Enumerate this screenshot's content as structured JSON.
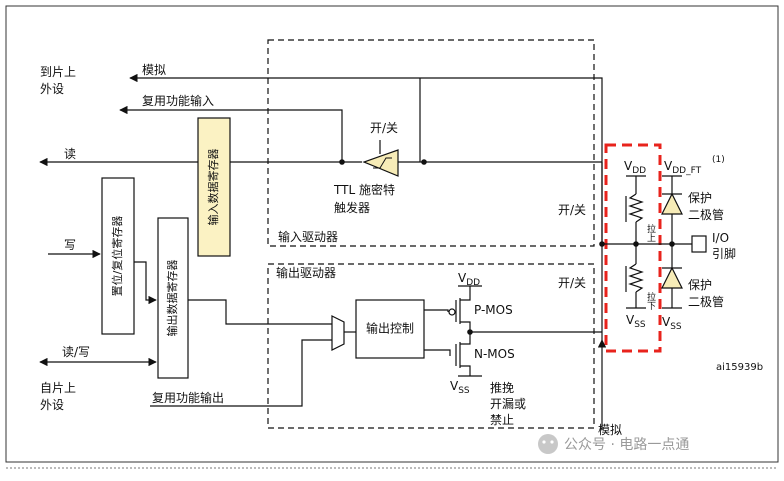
{
  "labels": {
    "to_chip_line1": "到片上",
    "to_chip_line2": "外设",
    "analog_top": "模拟",
    "alt_input": "复用功能输入",
    "read": "读",
    "write": "写",
    "read_write": "读/写",
    "from_chip_line1": "自片上",
    "from_chip_line2": "外设",
    "alt_output": "复用功能输出",
    "analog_bottom": "模拟",
    "input_data_reg": "输入数据寄存器",
    "bsrr_reg": "置位/复位寄存器",
    "output_data_reg": "输出数据寄存器",
    "on_off_top": "开/关",
    "ttl_line1": "TTL 施密特",
    "ttl_line2": "触发器",
    "on_off_input": "开/关",
    "input_driver": "输入驱动器",
    "output_driver": "输出驱动器",
    "on_off_output": "开/关",
    "output_control": "输出控制",
    "vdd_main": "V",
    "vdd_main_sub": "DD",
    "pmos": "P-MOS",
    "nmos": "N-MOS",
    "vss_main": "V",
    "vss_main_sub": "SS",
    "mode_line1": "推挽",
    "mode_line2": "开漏或",
    "mode_line3": "禁止",
    "vdd_pull": "V",
    "vdd_pull_sub": "DD",
    "vdd_ft": "V",
    "vdd_ft_sub": "DD_FT",
    "vdd_ft_note": "(1)",
    "pull_up": "拉上",
    "pull_down": "拉下",
    "protect_diode_line1": "保护",
    "protect_diode_line2": "二极管",
    "protect_diode2_line1": "保护",
    "protect_diode2_line2": "二极管",
    "io_line1": "I/O",
    "io_line2": "引脚",
    "vss_pull": "V",
    "vss_pull_sub": "SS",
    "vss_diode": "V",
    "vss_diode_sub": "SS",
    "figure_id": "ai15939b",
    "watermark": "公众号 · 电路一点通"
  },
  "colors": {
    "line": "#111111",
    "register_fill": "#fbf2c3",
    "highlight": "#e8231c",
    "diode_fill": "#f7ecb7"
  }
}
